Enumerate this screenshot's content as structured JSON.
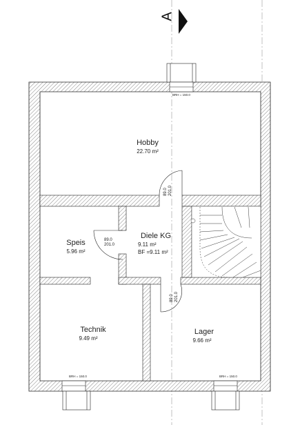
{
  "section": {
    "letter": "A"
  },
  "rooms": {
    "hobby": {
      "name": "Hobby",
      "area": "22.70 m²"
    },
    "speis": {
      "name": "Speis",
      "area": "5.96 m²"
    },
    "diele": {
      "name": "Diele KG",
      "area": "9.11 m²",
      "bf": "BF =9.11 m²"
    },
    "technik": {
      "name": "Technik",
      "area": "9.49 m²"
    },
    "lager": {
      "name": "Lager",
      "area": "9.66 m²"
    }
  },
  "doors": {
    "hobby": {
      "width": "89.0",
      "height": "201.0"
    },
    "speis": {
      "width": "89.0",
      "height": "201.0"
    },
    "lager": {
      "width": "89.0",
      "height": "201.0"
    }
  },
  "windows": {
    "top": {
      "label": "BRH = 150.0"
    },
    "bottom_left": {
      "label": "BRH = 150.0"
    },
    "bottom_right": {
      "label": "BRH = 150.0"
    }
  },
  "colors": {
    "wall_hatch": "#555555",
    "line": "#222222",
    "axis": "#888888"
  }
}
